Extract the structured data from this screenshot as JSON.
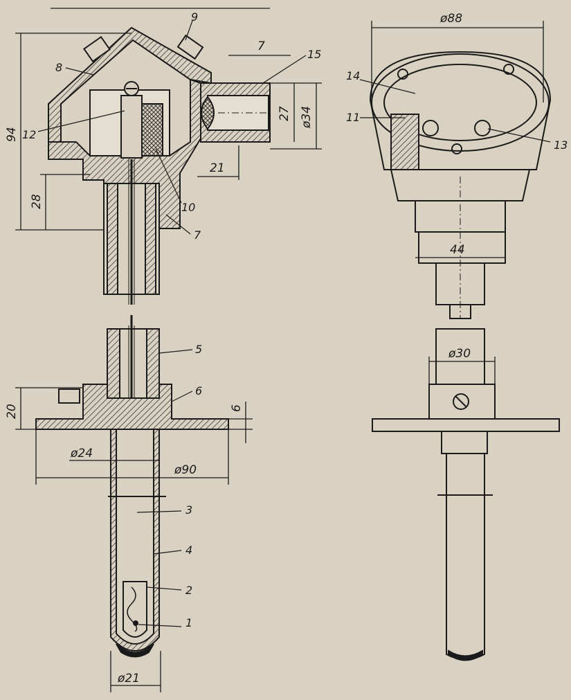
{
  "colors": {
    "paper": "#d9d2c2",
    "ink": "#1a1a1a",
    "hatch": "#3a3632",
    "cavity": "#e4ded0"
  },
  "dimensions": {
    "d88": "ø88",
    "d34": "ø34",
    "d27": "27",
    "d7": "7",
    "d94": "94",
    "d28": "28",
    "d21_nipple": "21",
    "d44": "44",
    "d30": "ø30",
    "d20": "20",
    "d6": "6",
    "d24": "ø24",
    "d90": "ø90",
    "d21_tip": "ø21"
  },
  "callouts": {
    "c1": "1",
    "c2": "2",
    "c3": "3",
    "c4": "4",
    "c5": "5",
    "c6": "6",
    "c7": "7",
    "c8": "8",
    "c9": "9",
    "c10": "10",
    "c11": "11",
    "c12": "12",
    "c13": "13",
    "c14": "14",
    "c15": "15"
  }
}
